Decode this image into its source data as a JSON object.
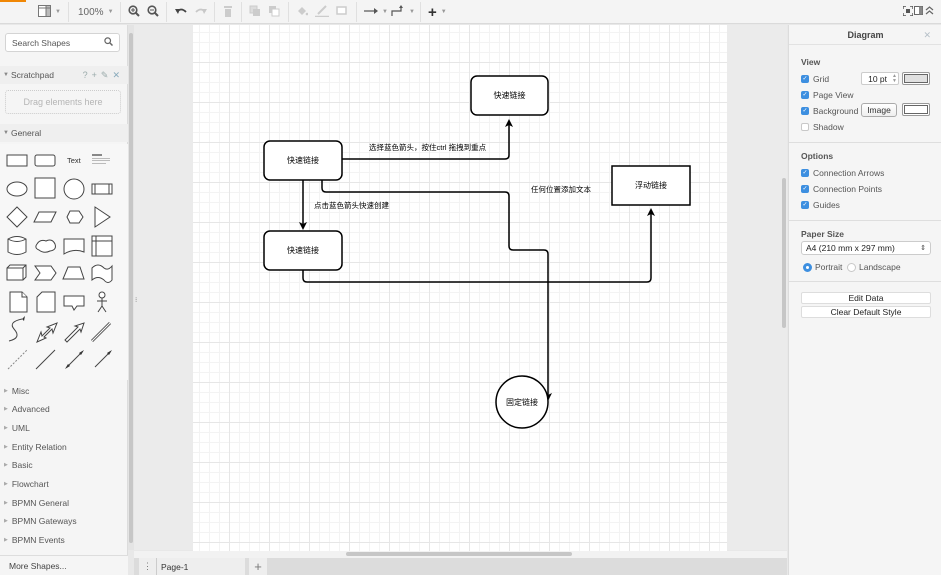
{
  "toolbar": {
    "format_panel_icon": "format-panel-icon",
    "zoom_level": "100%",
    "buttons": [
      {
        "name": "zoom-in",
        "icon": "zoom-in-icon",
        "enabled": true
      },
      {
        "name": "zoom-out",
        "icon": "zoom-out-icon",
        "enabled": true
      },
      {
        "name": "undo",
        "icon": "undo-icon",
        "enabled": true
      },
      {
        "name": "redo",
        "icon": "redo-icon",
        "enabled": false
      },
      {
        "name": "delete",
        "icon": "trash-icon",
        "enabled": false
      },
      {
        "name": "to-front",
        "icon": "to-front-icon",
        "enabled": false
      },
      {
        "name": "to-back",
        "icon": "to-back-icon",
        "enabled": false
      },
      {
        "name": "fill-color",
        "icon": "paint-bucket-icon",
        "enabled": false
      },
      {
        "name": "line-color",
        "icon": "pencil-line-icon",
        "enabled": false
      },
      {
        "name": "shadow",
        "icon": "shadow-icon",
        "enabled": false
      },
      {
        "name": "connection",
        "icon": "arrow-right-icon",
        "enabled": true
      },
      {
        "name": "waypoints",
        "icon": "waypoint-icon",
        "enabled": true
      },
      {
        "name": "insert",
        "icon": "plus-icon",
        "enabled": true
      }
    ],
    "right_icons": [
      "fullscreen-icon",
      "panel-toggle-icon",
      "collapse-up-icon"
    ]
  },
  "sidebar": {
    "search_placeholder": "Search Shapes",
    "scratchpad": {
      "label": "Scratchpad",
      "tools": "? + ✎ ✕",
      "drop_hint": "Drag elements here"
    },
    "general_label": "General",
    "text_shape_label": "Text",
    "categories": [
      "Misc",
      "Advanced",
      "UML",
      "Entity Relation",
      "Basic",
      "Flowchart",
      "BPMN General",
      "BPMN Gateways",
      "BPMN Events"
    ],
    "more_shapes": "More Shapes..."
  },
  "diagram": {
    "nodes": [
      {
        "id": "n1",
        "label": "快速链接",
        "shape": "rounded"
      },
      {
        "id": "n2",
        "label": "快速链接",
        "shape": "rounded"
      },
      {
        "id": "n3",
        "label": "快速链接",
        "shape": "rounded"
      },
      {
        "id": "n4",
        "label": "浮动链接",
        "shape": "rectangle"
      },
      {
        "id": "n5",
        "label": "固定链接",
        "shape": "circle"
      }
    ],
    "labels": {
      "edge_top": "选择蓝色箭头，按住ctrl 拖拽到重点",
      "edge_down": "点击蓝色箭头快速创建",
      "free_text": "任何位置添加文本"
    }
  },
  "pages": {
    "tabs": [
      {
        "label": "Page-1"
      }
    ],
    "add_label": "+",
    "menu_label": "⋮"
  },
  "format_panel": {
    "title": "Diagram",
    "view_heading": "View",
    "grid": {
      "label": "Grid",
      "checked": true,
      "size": "10 pt",
      "color": "#e0e0e0"
    },
    "page_view": {
      "label": "Page View",
      "checked": true
    },
    "background": {
      "label": "Background",
      "checked": true,
      "image_button": "Image",
      "color": "#ffffff"
    },
    "shadow": {
      "label": "Shadow",
      "checked": false
    },
    "options_heading": "Options",
    "connection_arrows": {
      "label": "Connection Arrows",
      "checked": true
    },
    "connection_points": {
      "label": "Connection Points",
      "checked": true
    },
    "guides": {
      "label": "Guides",
      "checked": true
    },
    "paper_heading": "Paper Size",
    "paper_size": "A4 (210 mm x 297 mm)",
    "orientation": {
      "portrait": "Portrait",
      "landscape": "Landscape",
      "selected": "Portrait"
    },
    "edit_data": "Edit Data",
    "clear_style": "Clear Default Style"
  },
  "colors": {
    "accent": "#3d8fe0",
    "brand": "#f08705"
  }
}
